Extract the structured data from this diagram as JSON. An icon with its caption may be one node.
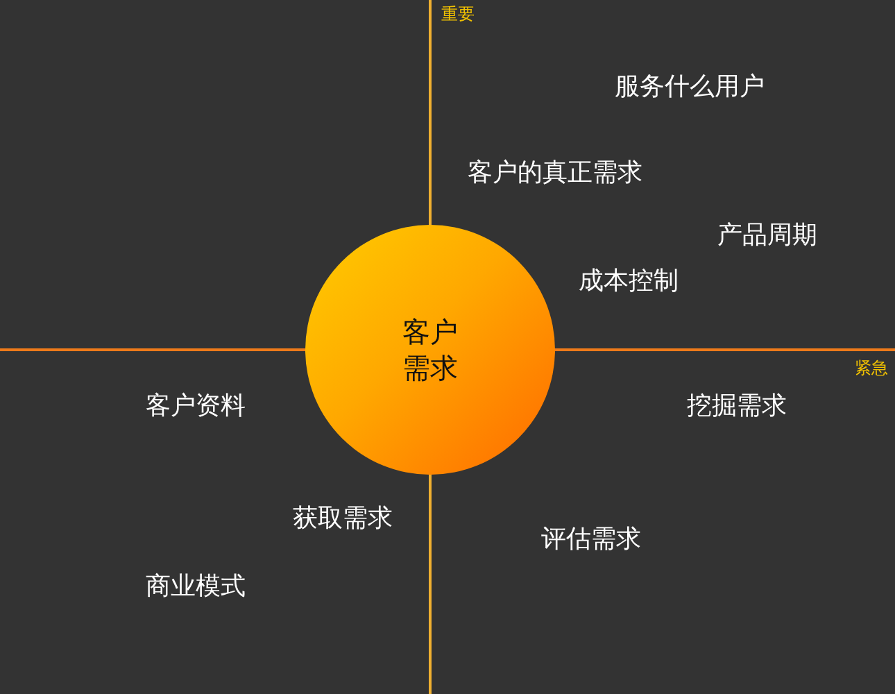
{
  "diagram": {
    "nodes": [
      {
        "text": [
          "客户需求"
        ]
      }
    ],
    "labels": [
      "重要",
      "服务什么用户",
      "客户的真正需求",
      "产品周期",
      "成本控制",
      "紧急",
      "客户资料",
      "挖掘需求",
      "获取需求",
      "评估需求",
      "商业模式"
    ]
  }
}
